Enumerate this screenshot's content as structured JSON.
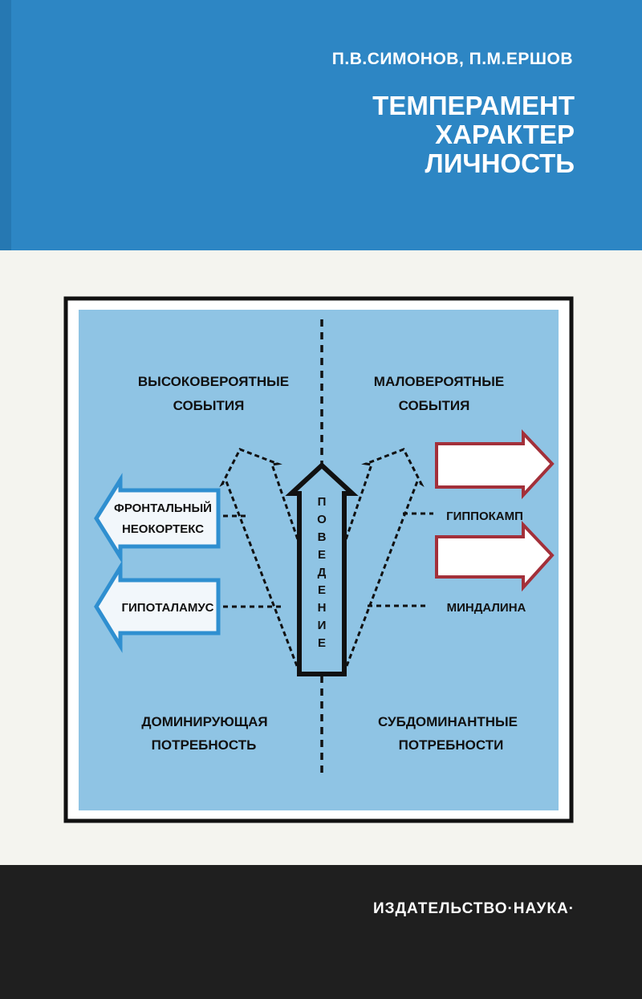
{
  "cover": {
    "authors": "П.В.СИМОНОВ, П.М.ЕРШОВ",
    "title_lines": [
      "ТЕМПЕРАМЕНТ",
      "ХАРАКТЕР",
      "ЛИЧНОСТЬ"
    ],
    "publisher": "ИЗДАТЕЛЬСТВО·НАУКА·"
  },
  "diagram": {
    "quadrants": {
      "top_left": [
        "ВЫСОКОВЕРОЯТНЫЕ",
        "СОБЫТИЯ"
      ],
      "top_right": [
        "МАЛОВЕРОЯТНЫЕ",
        "СОБЫТИЯ"
      ],
      "bottom_left": [
        "ДОМИНИРУЮЩАЯ",
        "ПОТРЕБНОСТЬ"
      ],
      "bottom_right": [
        "СУБДОМИНАНТНЫЕ",
        "ПОТРЕБНОСТИ"
      ]
    },
    "left_arrows": {
      "frontal": [
        "ФРОНТАЛЬНЫЙ",
        "НЕОКОРТЕКС"
      ],
      "hypothalamus": "ГИПОТАЛАМУС"
    },
    "right_labels": {
      "hippocampus": "ГИППОКАМП",
      "amygdala": "МИНДАЛИНА"
    },
    "center_letters": [
      "П",
      "О",
      "В",
      "Е",
      "Д",
      "Е",
      "Н",
      "И",
      "Е"
    ]
  },
  "colors": {
    "top_band": "#2d86c4",
    "diagram_bg": "#8fc4e4",
    "left_arrow": "#2f8fd0",
    "right_arrow": "#a3303a",
    "bottom_band": "#1f1f1f"
  }
}
